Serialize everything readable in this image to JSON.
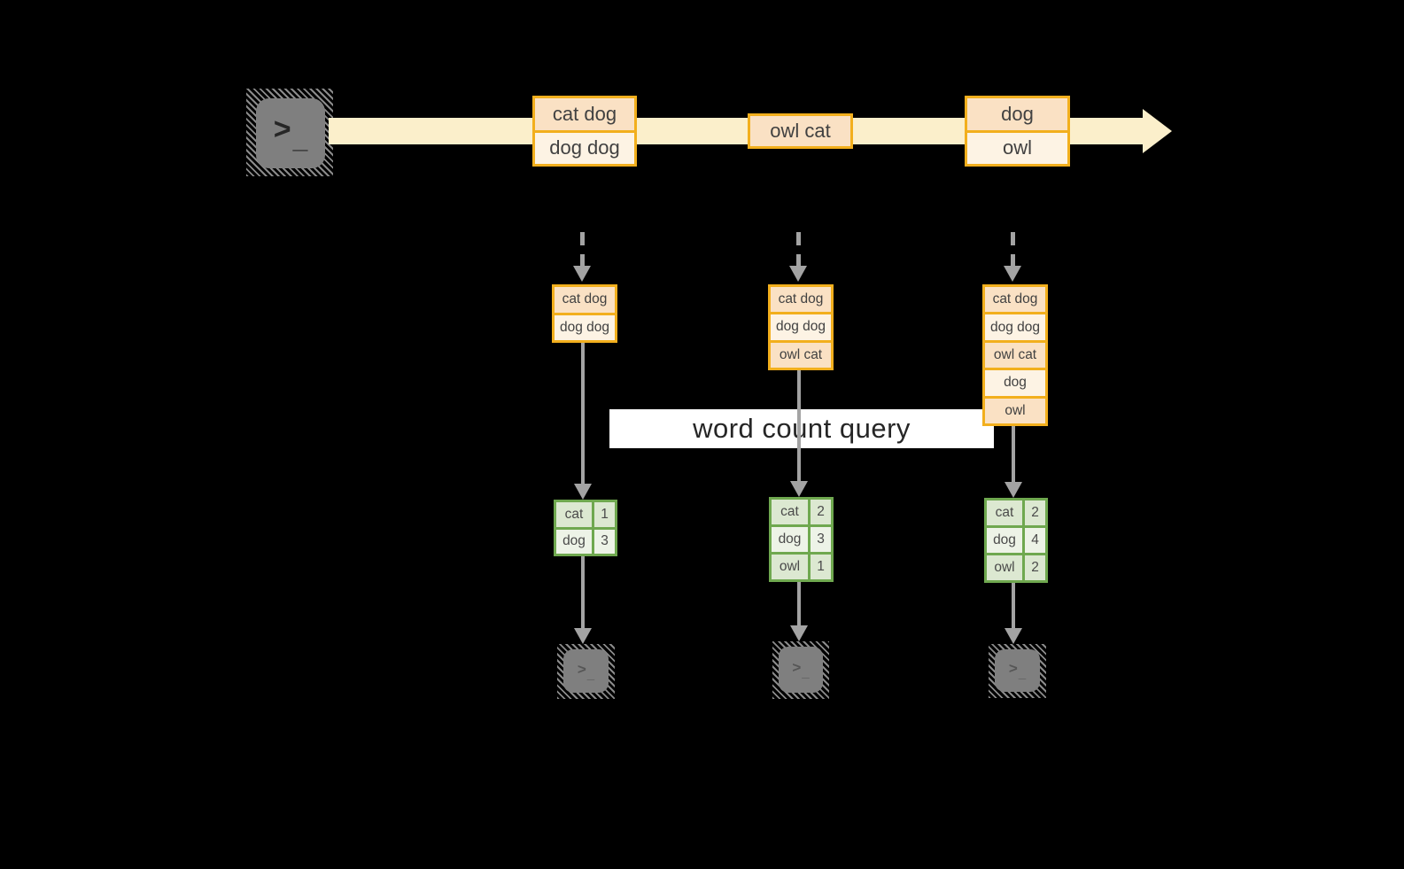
{
  "query_label": "word count query",
  "icons": {
    "terminal_prompt": ">",
    "terminal_cursor": "_"
  },
  "colors": {
    "background": "#000000",
    "stream_band": "#FBEFCB",
    "record_border": "#F2AF1D",
    "record_fill_dark": "#FAE1C4",
    "record_fill_light": "#FDF3E4",
    "table_border": "#6FA84F",
    "table_fill_dark": "#DCE8D1",
    "table_fill_light": "#EDF3E7",
    "arrow_gray": "#A3A3A3",
    "terminal_gray": "#7F7F7F",
    "query_band": "#FFFFFF"
  },
  "stream": {
    "batches": [
      {
        "items": [
          "cat dog",
          "dog dog"
        ]
      },
      {
        "items": [
          "owl cat"
        ]
      },
      {
        "items": [
          "dog",
          "owl"
        ]
      }
    ]
  },
  "columns": [
    {
      "input_records": [
        "cat dog",
        "dog dog"
      ],
      "counts": [
        {
          "word": "cat",
          "count": "1"
        },
        {
          "word": "dog",
          "count": "3"
        }
      ]
    },
    {
      "input_records": [
        "cat dog",
        "dog dog",
        "owl cat"
      ],
      "counts": [
        {
          "word": "cat",
          "count": "2"
        },
        {
          "word": "dog",
          "count": "3"
        },
        {
          "word": "owl",
          "count": "1"
        }
      ]
    },
    {
      "input_records": [
        "cat dog",
        "dog dog",
        "owl cat",
        "dog",
        "owl"
      ],
      "counts": [
        {
          "word": "cat",
          "count": "2"
        },
        {
          "word": "dog",
          "count": "4"
        },
        {
          "word": "owl",
          "count": "2"
        }
      ]
    }
  ]
}
